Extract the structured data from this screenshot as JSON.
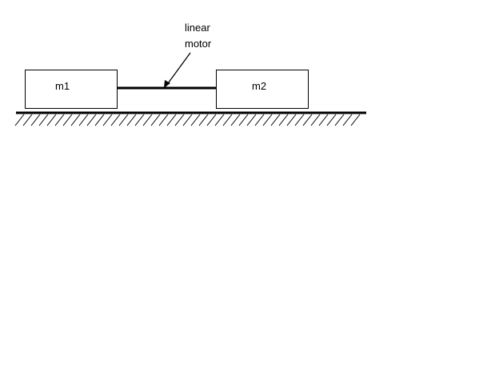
{
  "masses": [
    {
      "label": "m1"
    },
    {
      "label": "m2"
    }
  ],
  "annotation": {
    "line1": "linear",
    "line2": "motor"
  },
  "colors": {
    "stroke": "#000000",
    "background": "#ffffff"
  }
}
